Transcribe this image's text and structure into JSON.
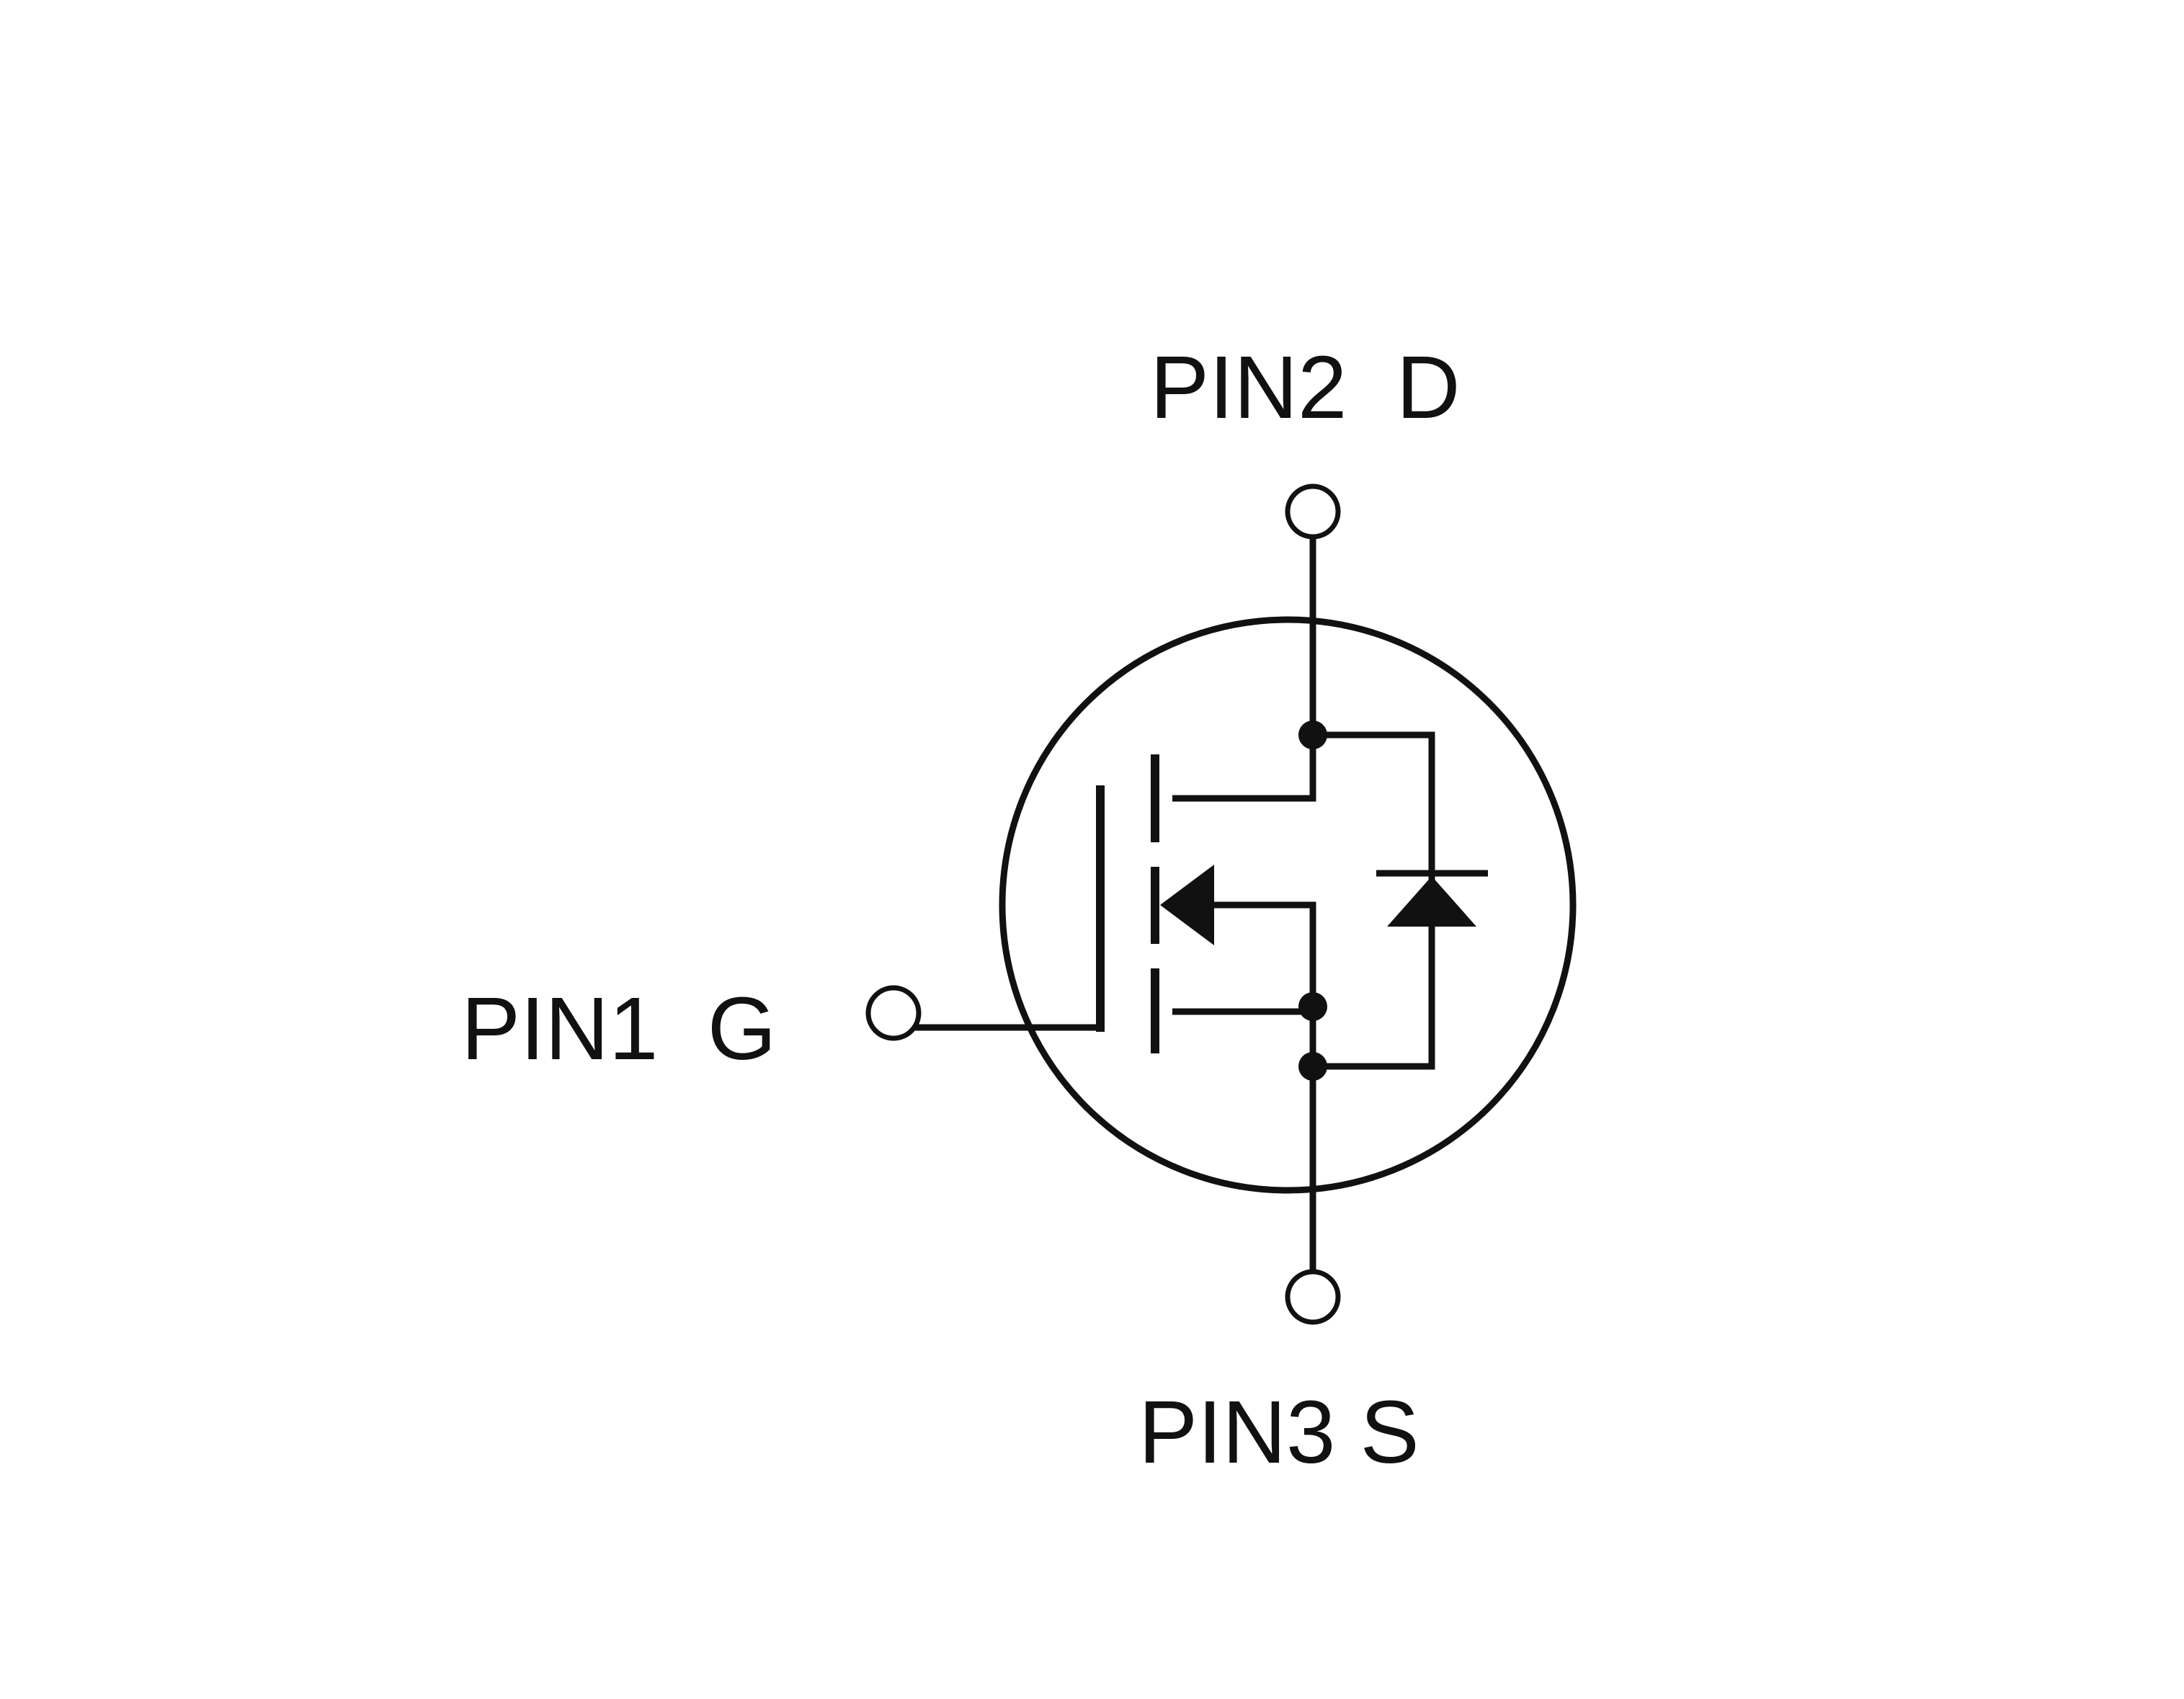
{
  "diagram": {
    "pin_drain": {
      "label": "PIN2  D"
    },
    "pin_gate": {
      "label": "PIN1  G"
    },
    "pin_source": {
      "label": "PIN3 S"
    }
  }
}
